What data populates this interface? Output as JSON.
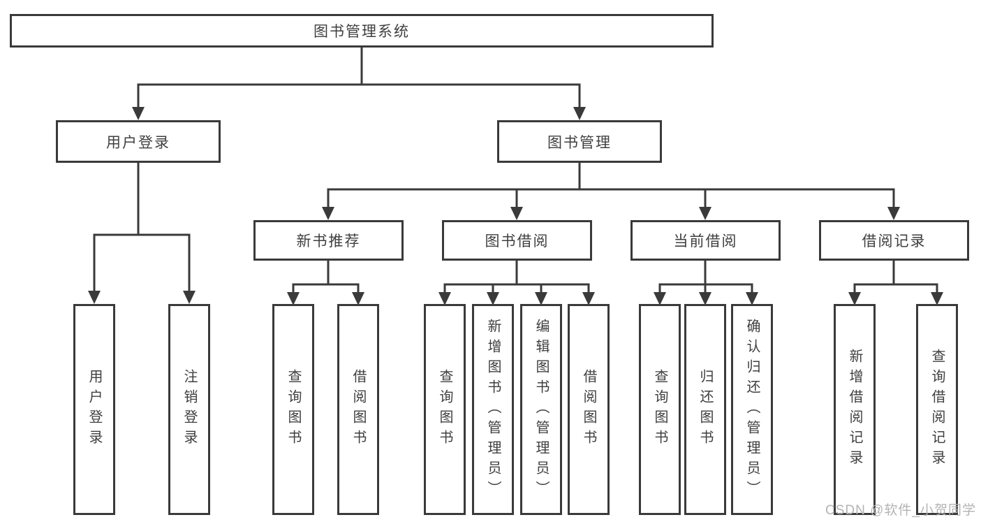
{
  "colors": {
    "line": "#3a3a3a",
    "text": "#3f3f3f",
    "watermark": "#b3b3b3"
  },
  "diagram": {
    "root": {
      "label": "图书管理系统"
    },
    "branches": [
      {
        "label": "用户登录",
        "leaves": [
          {
            "label": "用户登录"
          },
          {
            "label": "注销登录"
          }
        ]
      },
      {
        "label": "图书管理",
        "groups": [
          {
            "label": "新书推荐",
            "leaves": [
              {
                "label": "查询图书"
              },
              {
                "label": "借阅图书"
              }
            ]
          },
          {
            "label": "图书借阅",
            "leaves": [
              {
                "label": "查询图书"
              },
              {
                "label": "新增图书（管理员）"
              },
              {
                "label": "编辑图书（管理员）"
              },
              {
                "label": "借阅图书"
              }
            ]
          },
          {
            "label": "当前借阅",
            "leaves": [
              {
                "label": "查询图书"
              },
              {
                "label": "归还图书"
              },
              {
                "label": "确认归还（管理员）"
              }
            ]
          },
          {
            "label": "借阅记录",
            "leaves": [
              {
                "label": "新增借阅记录"
              },
              {
                "label": "查询借阅记录"
              }
            ]
          }
        ]
      }
    ]
  },
  "watermark": {
    "text": "CSDN @软件_小贺同学"
  }
}
